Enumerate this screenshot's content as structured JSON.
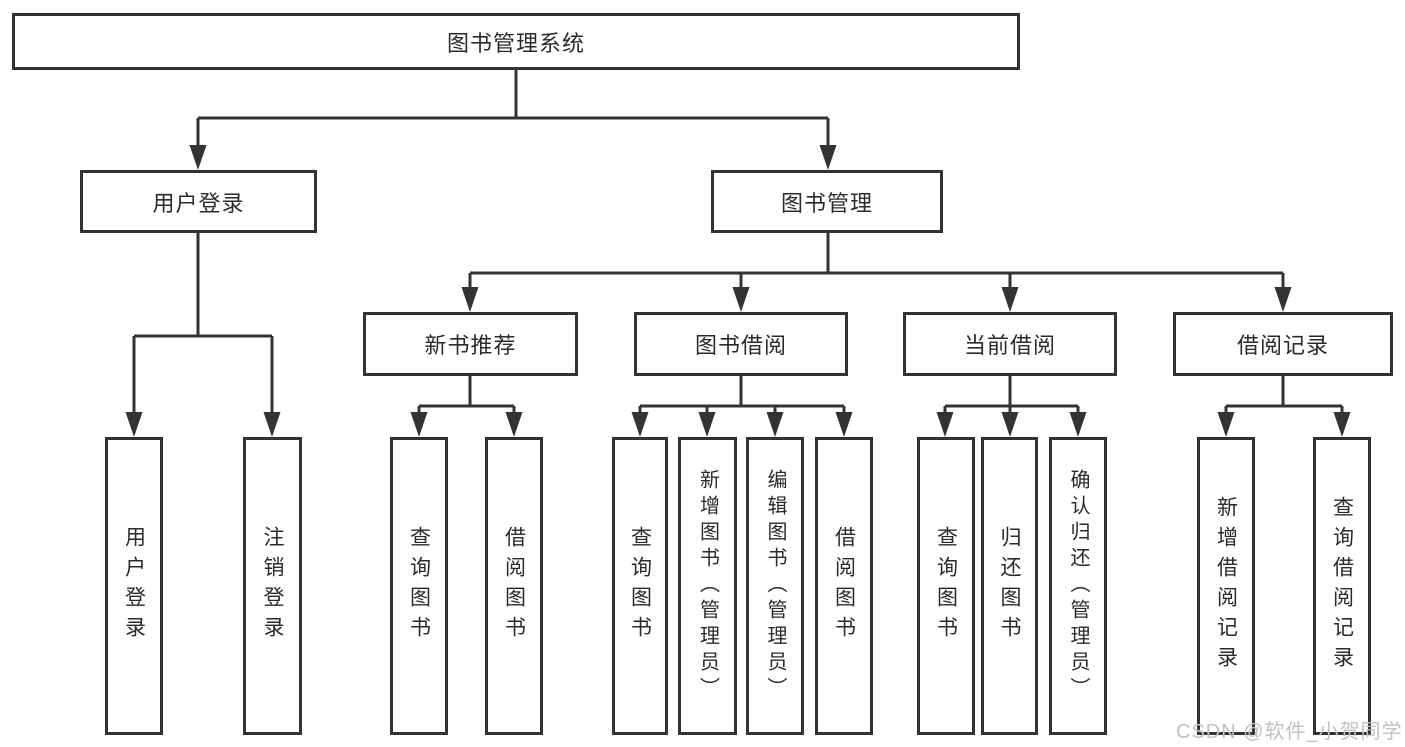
{
  "diagram": {
    "title": "图书管理系统",
    "root": {
      "label": "图书管理系统"
    },
    "level2": [
      {
        "label": "用户登录"
      },
      {
        "label": "图书管理"
      }
    ],
    "level3": [
      {
        "label": "新书推荐",
        "parent": "图书管理"
      },
      {
        "label": "图书借阅",
        "parent": "图书管理"
      },
      {
        "label": "当前借阅",
        "parent": "图书管理"
      },
      {
        "label": "借阅记录",
        "parent": "图书管理"
      }
    ],
    "leaves": [
      {
        "label": "用户登录",
        "parent": "用户登录"
      },
      {
        "label": "注销登录",
        "parent": "用户登录"
      },
      {
        "label": "查询图书",
        "parent": "新书推荐"
      },
      {
        "label": "借阅图书",
        "parent": "新书推荐"
      },
      {
        "label": "查询图书",
        "parent": "图书借阅"
      },
      {
        "label": "新增图书（管理员）",
        "parent": "图书借阅"
      },
      {
        "label": "编辑图书（管理员）",
        "parent": "图书借阅"
      },
      {
        "label": "借阅图书",
        "parent": "图书借阅"
      },
      {
        "label": "查询图书",
        "parent": "当前借阅"
      },
      {
        "label": "归还图书",
        "parent": "当前借阅"
      },
      {
        "label": "确认归还（管理员）",
        "parent": "当前借阅"
      },
      {
        "label": "新增借阅记录",
        "parent": "借阅记录"
      },
      {
        "label": "查询借阅记录",
        "parent": "借阅记录"
      }
    ]
  },
  "watermark": "CSDN @软件_小贺同学",
  "colors": {
    "line": "#333333",
    "text": "#2b2b2b",
    "background": "#ffffff",
    "watermark": "#c2c2c2"
  }
}
